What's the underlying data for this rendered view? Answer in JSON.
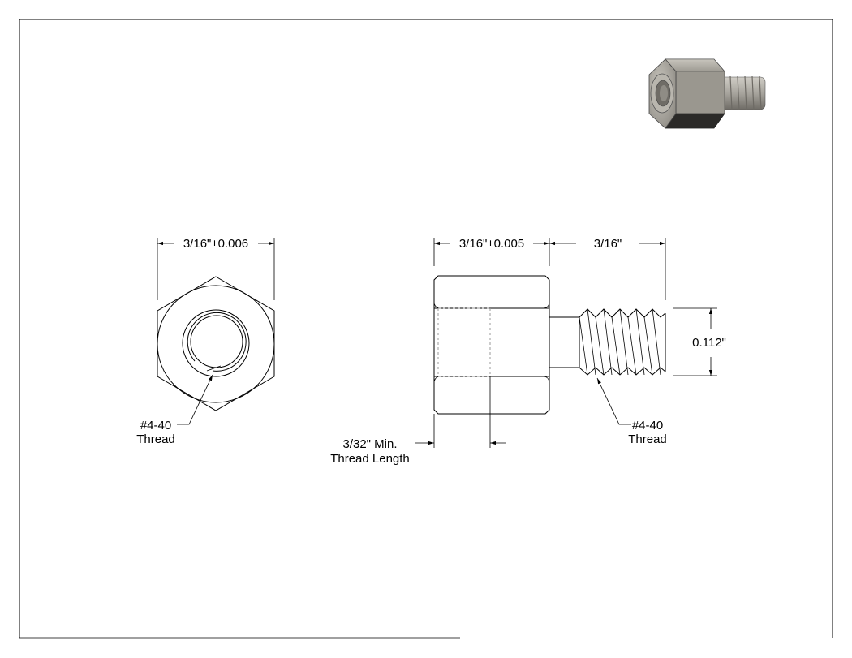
{
  "drawing": {
    "end_view": {
      "width_dim": "3/16\"±0.006",
      "thread_label_line1": "#4-40",
      "thread_label_line2": "Thread"
    },
    "side_view": {
      "hex_length_dim": "3/16\"±0.005",
      "stud_length_dim": "3/16\"",
      "stud_diameter_dim": "0.112\"",
      "thread_depth_line1": "3/32\" Min.",
      "thread_depth_line2": "Thread Length",
      "stud_thread_line1": "#4-40",
      "stud_thread_line2": "Thread"
    },
    "preview": {
      "icon": "standoff-3d-render-icon"
    }
  }
}
